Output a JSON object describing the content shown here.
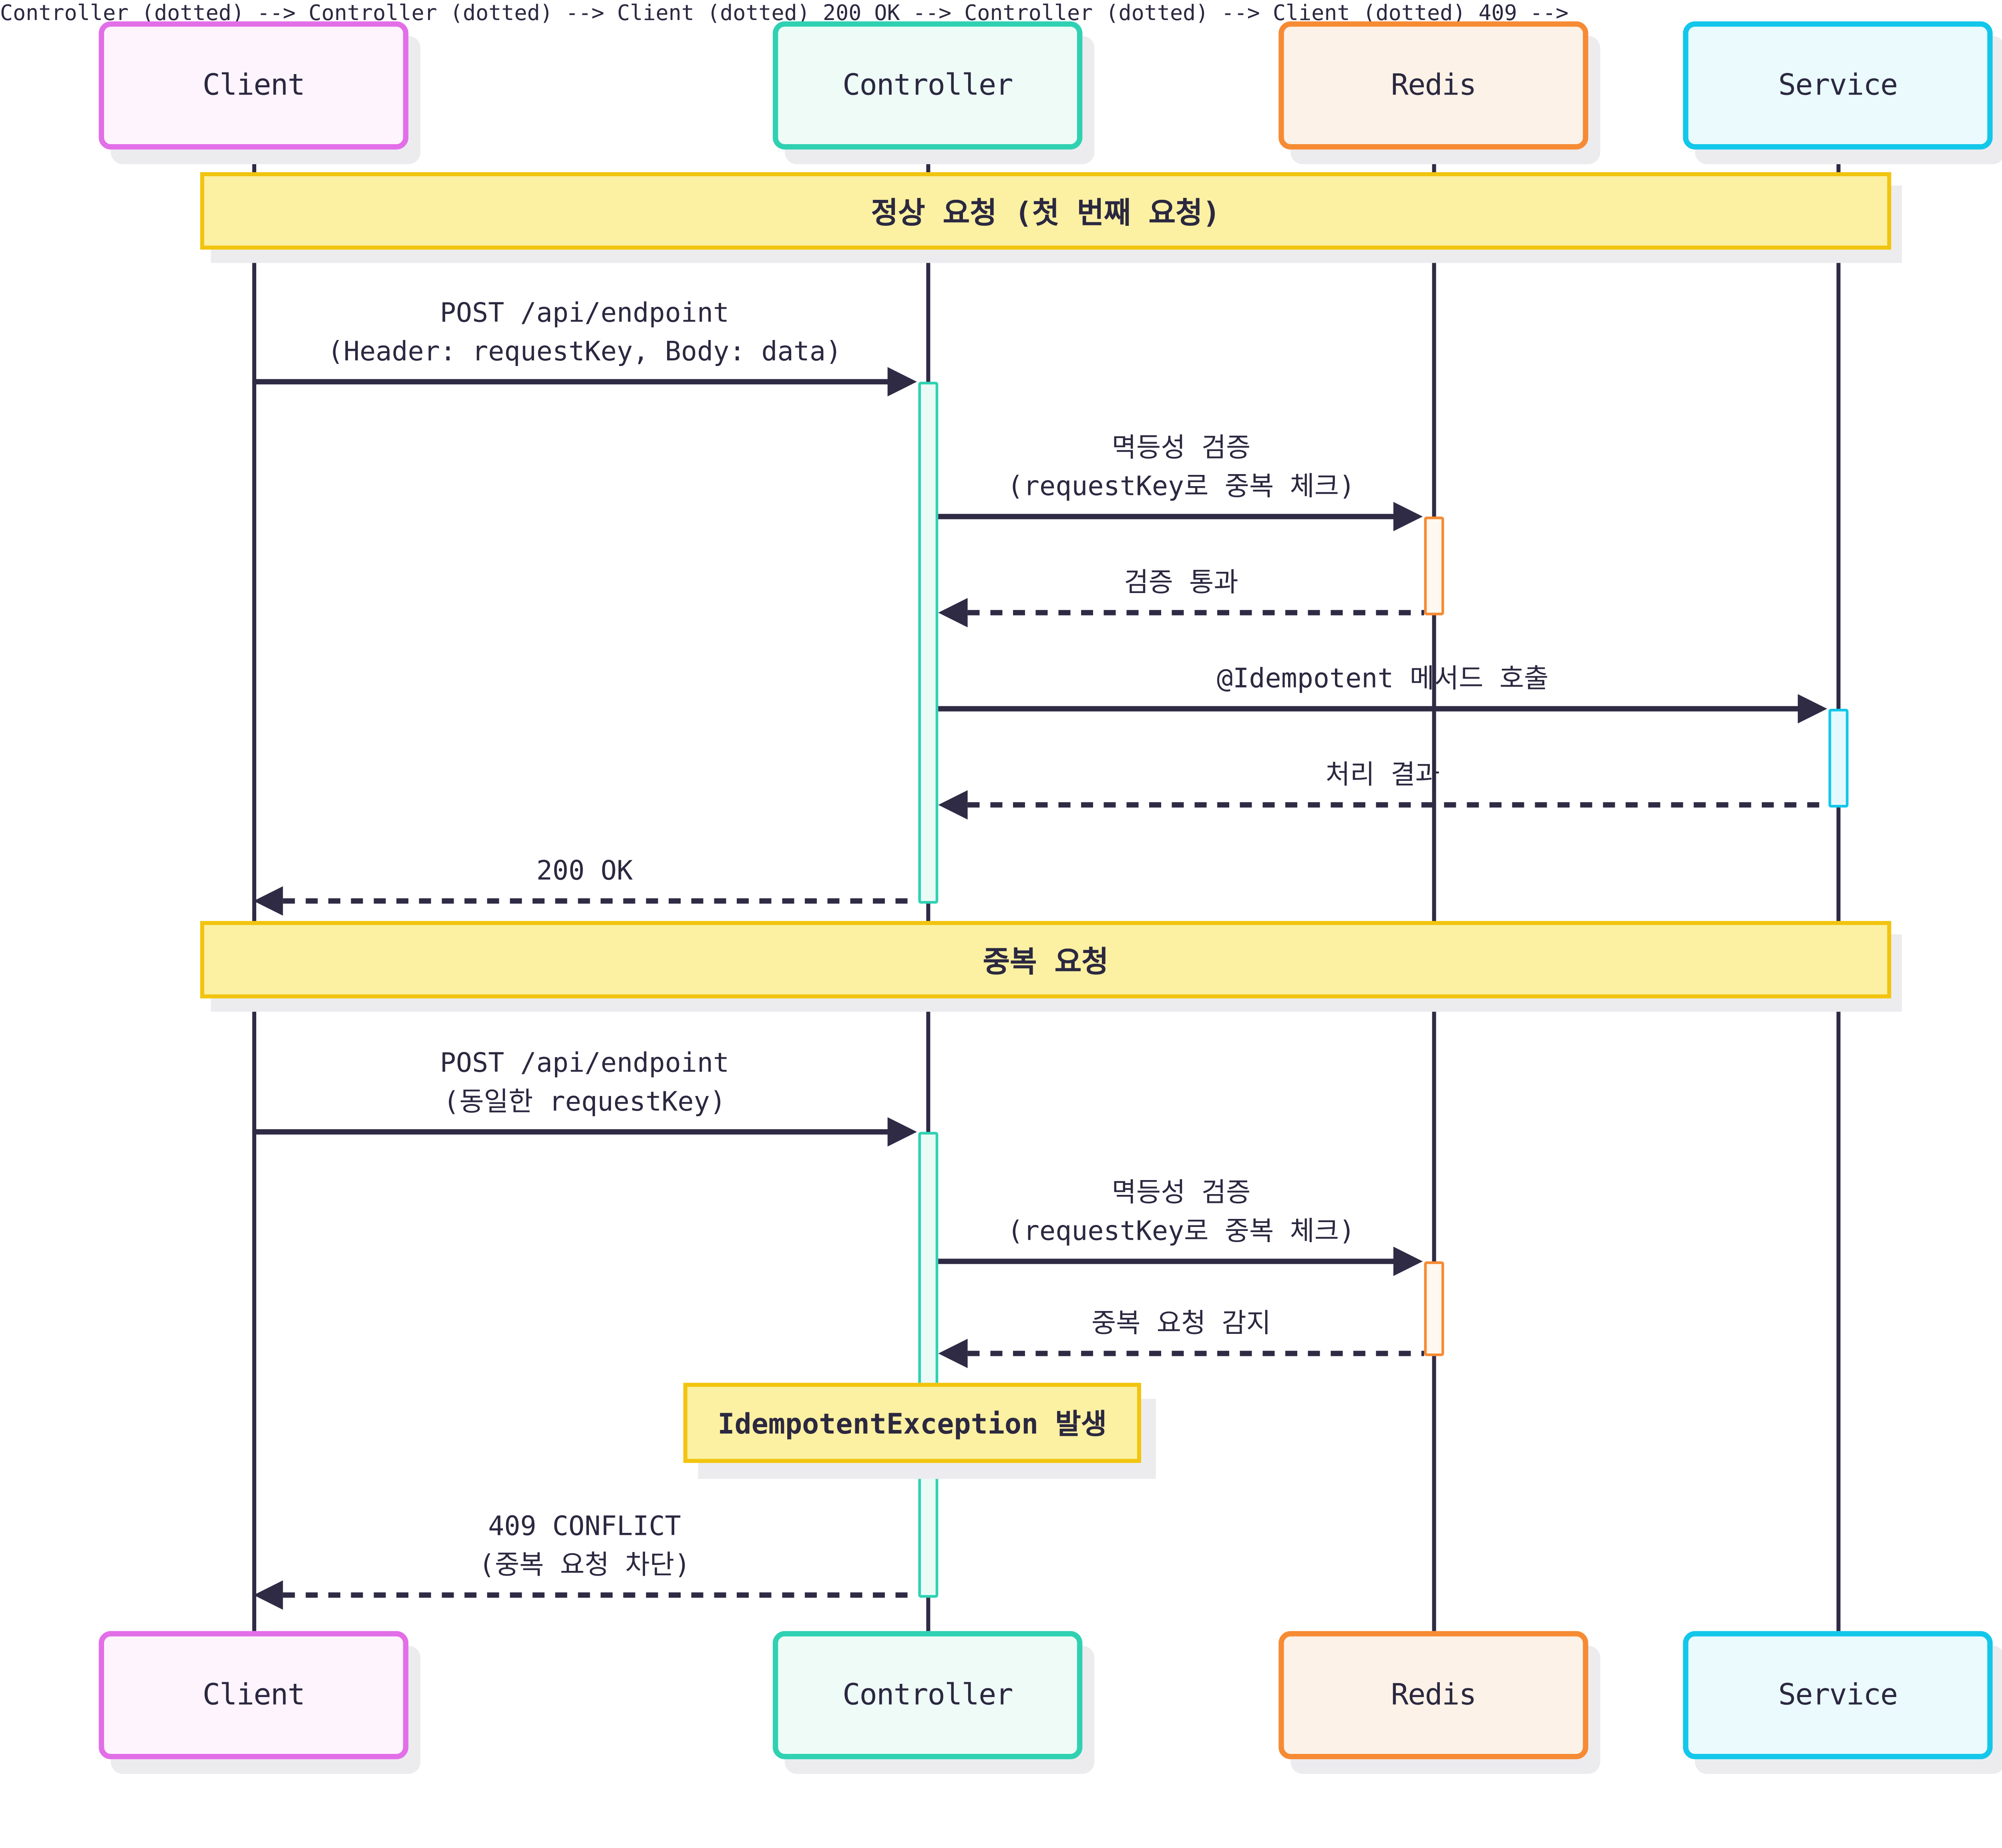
{
  "participants": [
    {
      "id": "client",
      "label": "Client"
    },
    {
      "id": "controller",
      "label": "Controller"
    },
    {
      "id": "redis",
      "label": "Redis"
    },
    {
      "id": "service",
      "label": "Service"
    }
  ],
  "sections": [
    {
      "label": "정상 요청 (첫 번째 요청)"
    },
    {
      "label": "중복 요청"
    }
  ],
  "messages": [
    {
      "from": "Client",
      "to": "Controller",
      "style": "solid",
      "line1": "POST /api/endpoint",
      "line2": "(Header: requestKey, Body: data)"
    },
    {
      "from": "Controller",
      "to": "Redis",
      "style": "solid",
      "line1": "멱등성 검증",
      "line2": "(requestKey로 중복 체크)"
    },
    {
      "from": "Redis",
      "to": "Controller",
      "style": "dotted",
      "line1": "검증 통과"
    },
    {
      "from": "Controller",
      "to": "Service",
      "style": "solid",
      "line1": "@Idempotent 메서드 호출"
    },
    {
      "from": "Service",
      "to": "Controller",
      "style": "dotted",
      "line1": "처리 결과"
    },
    {
      "from": "Controller",
      "to": "Client",
      "style": "dotted",
      "line1": "200 OK"
    },
    {
      "from": "Client",
      "to": "Controller",
      "style": "solid",
      "line1": "POST /api/endpoint",
      "line2": "(동일한 requestKey)"
    },
    {
      "from": "Controller",
      "to": "Redis",
      "style": "solid",
      "line1": "멱등성 검증",
      "line2": "(requestKey로 중복 체크)"
    },
    {
      "from": "Redis",
      "to": "Controller",
      "style": "dotted",
      "line1": "중복 요청 감지"
    },
    {
      "from": "Controller",
      "to": "Client",
      "style": "dotted",
      "line1": "409 CONFLICT",
      "line2": "(중복 요청 차단)"
    }
  ],
  "note": {
    "label": "IdempotentException 발생"
  },
  "colors": {
    "text": "#2b2840",
    "line": "#2f2b45",
    "client-border": "#e26ee8",
    "client-fill": "#fdf4fd",
    "controller-border": "#2fd1b2",
    "controller-fill": "#eefbf7",
    "redis-border": "#f68b34",
    "redis-fill": "#fdf2e7",
    "service-border": "#12c7ea",
    "service-fill": "#eafafd",
    "banner-fill": "#fcf0a2",
    "banner-border": "#f2c40f"
  }
}
